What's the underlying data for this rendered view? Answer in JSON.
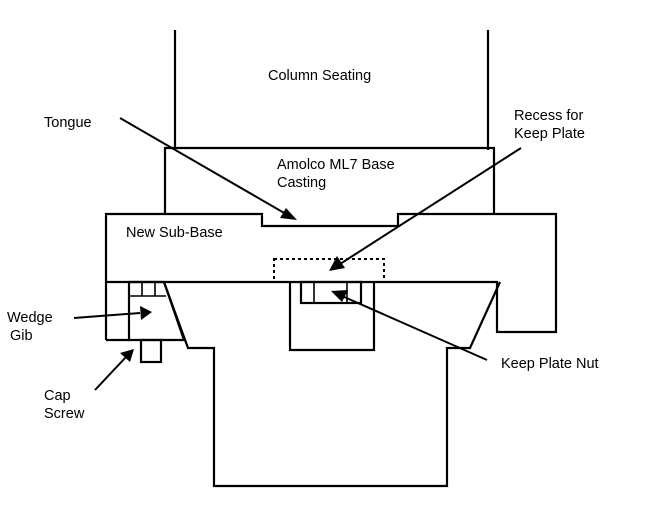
{
  "labels": {
    "column_seating": "Column Seating",
    "tongue": "Tongue",
    "base_casting_line1": "Amolco ML7 Base",
    "base_casting_line2": "Casting",
    "recess_line1": "Recess for",
    "recess_line2": "Keep Plate",
    "new_sub_base": "New Sub-Base",
    "wedge_gib_line1": "Wedge",
    "wedge_gib_line2": "Gib",
    "keep_plate_nut": "Keep Plate Nut",
    "cap_screw_line1": "Cap",
    "cap_screw_line2": "Screw"
  },
  "colors": {
    "line": "#000000",
    "background": "#ffffff"
  }
}
